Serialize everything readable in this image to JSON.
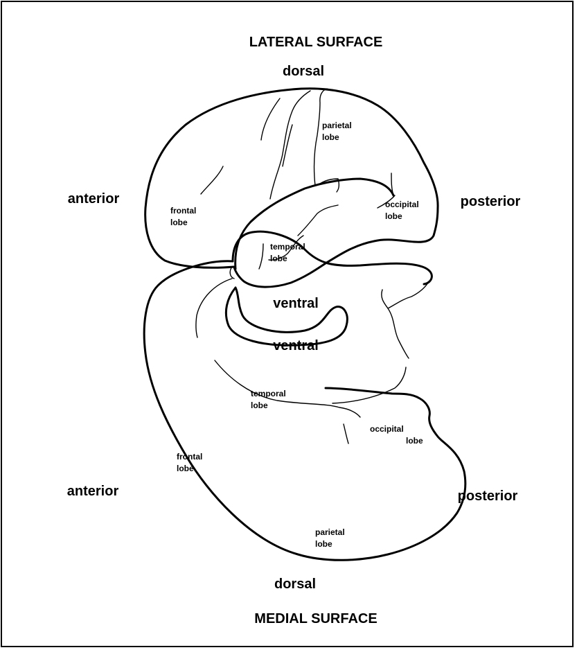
{
  "lateral": {
    "title": "LATERAL SURFACE",
    "dorsal": "dorsal",
    "ventral": "ventral",
    "anterior": "anterior",
    "posterior": "posterior",
    "lobes": {
      "parietal": [
        "parietal",
        "lobe"
      ],
      "frontal": [
        "frontal",
        "lobe"
      ],
      "occipital": [
        "occipital",
        "lobe"
      ],
      "temporal": [
        "temporal",
        "lobe"
      ]
    }
  },
  "medial": {
    "title": "MEDIAL SURFACE",
    "ventral": "ventral",
    "dorsal": "dorsal",
    "anterior": "anterior",
    "posterior": "posterior",
    "lobes": {
      "temporal": [
        "temporal",
        "lobe"
      ],
      "occipital": [
        "occipital",
        "lobe"
      ],
      "frontal": [
        "frontal",
        "lobe"
      ],
      "parietal": [
        "parietal",
        "lobe"
      ]
    }
  }
}
